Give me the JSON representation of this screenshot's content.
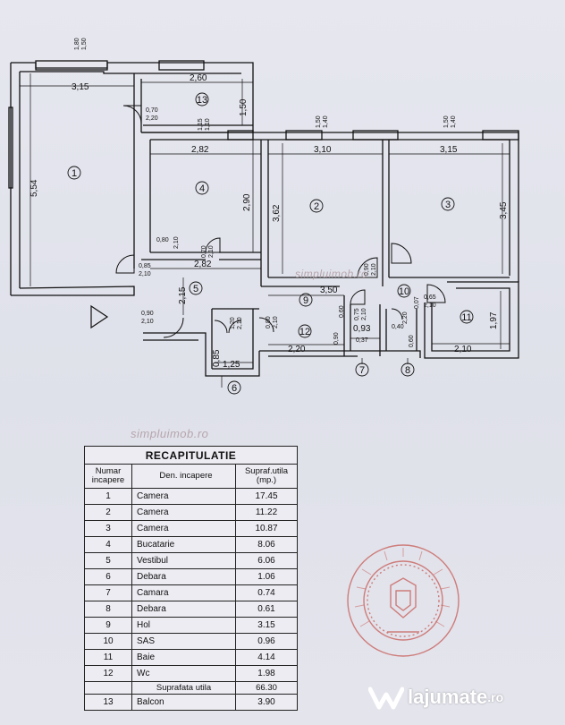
{
  "watermark": {
    "plan": "simpluimob.ro",
    "table": "simpluimob.ro"
  },
  "plan": {
    "dims": {
      "top_a": "1,80",
      "top_b": "1,50",
      "r1_width": "3,15",
      "r13_width": "2,60",
      "r13_height": "1,50",
      "w13_door_a": "0,70",
      "w13_door_b": "2,20",
      "r4_win_a": "1,15",
      "r4_win_b": "1,10",
      "r2_win_a": "1,50",
      "r2_win_b": "1,40",
      "r3_win_a": "1,50",
      "r3_win_b": "1,40",
      "r4_width": "2,82",
      "r2_width": "3,10",
      "r3_width": "3,15",
      "r1_height": "5,54",
      "r4_height": "2,90",
      "r2_height": "3,62",
      "r3_height": "3,45",
      "r4_door_a": "0,80",
      "r4_door_b": "2,10",
      "r4_door2_a": "0,70",
      "r4_door2_b": "2,10",
      "r5_width": "2,82",
      "r5_height": "2,15",
      "d1_a": "0,85",
      "d1_b": "2,10",
      "entry_a": "0,90",
      "entry_b": "2,10",
      "r9_width": "3,50",
      "r9_door_a": "0,60",
      "r9_door_b": "2,10",
      "r2_door_a": "0,90",
      "r2_door_b": "2,10",
      "r10_door_a": "0,65",
      "r10_door_b": "2,10",
      "r11_height": "1,97",
      "r11_width": "2,10",
      "r12_width": "2,20",
      "r12_height": "0,90",
      "r12_door_a": "0,80",
      "r12_door_b": "2,10",
      "r7_width": "0,93",
      "r7_door_a": "0,75",
      "r7_door_b": "2,10",
      "r7_door_c": "0,37",
      "r10_w": "0,07",
      "r10_h": "2,20",
      "r8_a": "0,40",
      "r8_b": "0,60",
      "r6_height": "0,85",
      "r6_width": "1,25",
      "r6_door_a": "1,20",
      "r6_door_b": "2,10"
    },
    "rooms": [
      "1",
      "2",
      "3",
      "4",
      "5",
      "6",
      "7",
      "8",
      "9",
      "10",
      "11",
      "12",
      "13"
    ]
  },
  "recap": {
    "title": "RECAPITULATIE",
    "headers": {
      "num": "Numar incapere",
      "name": "Den. incapere",
      "area": "Supraf.utila (mp.)"
    },
    "rows": [
      {
        "num": "1",
        "name": "Camera",
        "area": "17.45"
      },
      {
        "num": "2",
        "name": "Camera",
        "area": "11.22"
      },
      {
        "num": "3",
        "name": "Camera",
        "area": "10.87"
      },
      {
        "num": "4",
        "name": "Bucatarie",
        "area": "8.06"
      },
      {
        "num": "5",
        "name": "Vestibul",
        "area": "6.06"
      },
      {
        "num": "6",
        "name": "Debara",
        "area": "1.06"
      },
      {
        "num": "7",
        "name": "Camara",
        "area": "0.74"
      },
      {
        "num": "8",
        "name": "Debara",
        "area": "0.61"
      },
      {
        "num": "9",
        "name": "Hol",
        "area": "3.15"
      },
      {
        "num": "10",
        "name": "SAS",
        "area": "0.96"
      },
      {
        "num": "11",
        "name": "Baie",
        "area": "4.14"
      },
      {
        "num": "12",
        "name": "Wc",
        "area": "1.98"
      }
    ],
    "total_label": "Suprafata utila",
    "total_value": "66.30",
    "extra": {
      "num": "13",
      "name": "Balcon",
      "area": "3.90"
    }
  },
  "brand": {
    "name": "lajumate",
    "tld": ".ro"
  },
  "colors": {
    "paper": "#e3e4ec",
    "ink": "#111111",
    "stamp": "#c85a55",
    "watermark": "#b7a5ad"
  }
}
